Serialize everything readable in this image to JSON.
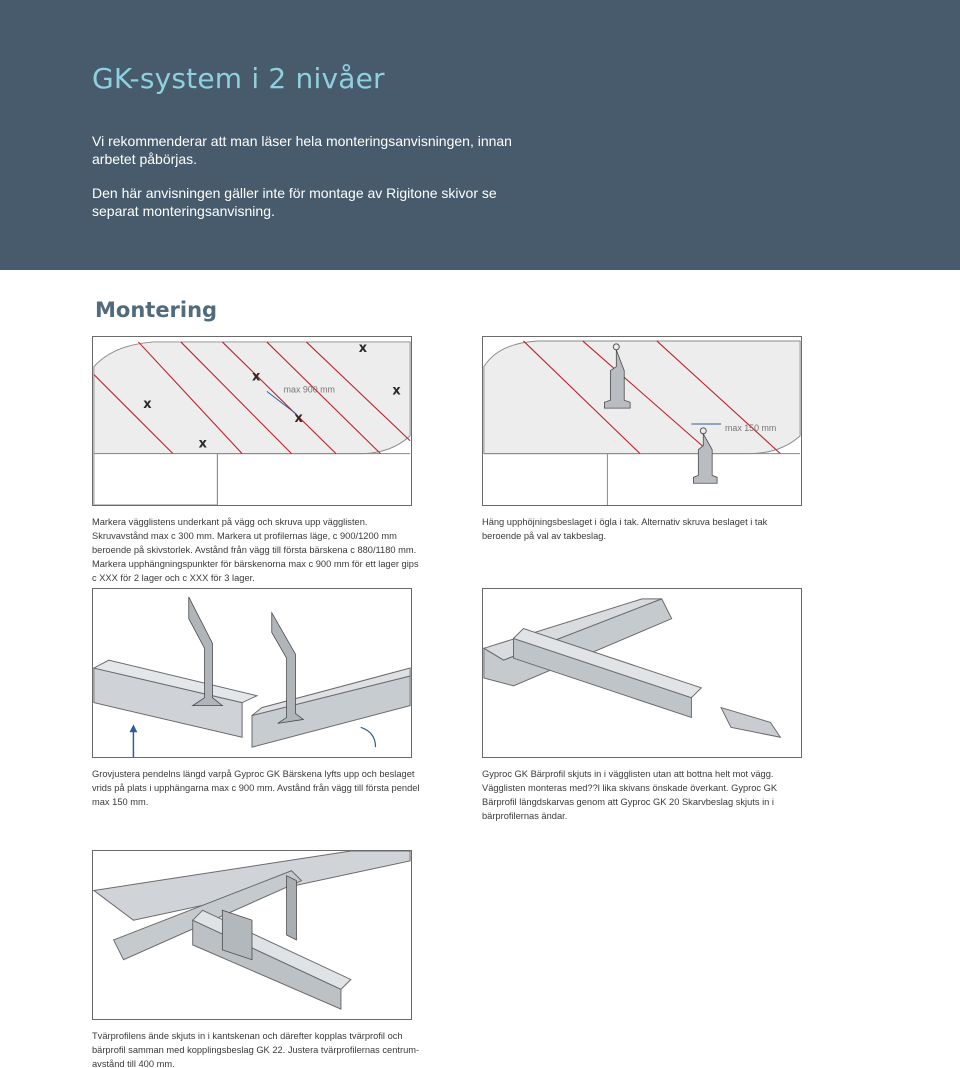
{
  "header": {
    "title": "GK-system i 2 nivåer",
    "intro": [
      "Vi rekommenderar att man läser hela monteringsanvisningen, innan arbetet påbörjas.",
      "Den här anvisningen gäller inte för montage av Rigitone skivor se separat monteringsanvisning."
    ]
  },
  "section": {
    "title": "Montering"
  },
  "figures": {
    "fig1": {
      "label": "max 900 mm",
      "marks": [
        "x",
        "x",
        "x",
        "x",
        "x",
        "x"
      ]
    },
    "fig2": {
      "label": "max 150 mm"
    }
  },
  "captions": {
    "c1": "Markera vägglistens underkant på vägg och skruva upp vägglisten. Skruvavstånd max c 300 mm. Markera ut profilernas läge, c 900/1200 mm beroende på skivstorlek. Avstånd från vägg till första bärskena c 880/1180 mm. Markera upphängningspunkter för bärskenorna max c 900 mm för ett lager gips c XXX för 2 lager och c XXX för 3 lager.",
    "c2": "Häng upphöjningsbeslaget i ögla i tak. Alternativ skruva beslaget i tak beroende på val av takbeslag.",
    "c3": "Grovjustera pendelns längd varpå Gyproc GK Bärskena lyfts upp och beslaget vrids på plats i upphängarna max c 900 mm. Avstånd från vägg till första pendel max 150 mm.",
    "c4": "Gyproc GK Bärprofil skjuts in i vägglisten utan att bottna helt mot vägg. Vägglisten monteras med??l lika skivans önskade överkant. Gyproc GK Bärprofil längdskarvas genom att Gyproc GK 20 Skarvbeslag skjuts in i bärprofilernas ändar.",
    "c5": "Tvärprofilens ände skjuts in i kantskenan och därefter kopplas tvärprofil och bärprofil samman med kopplingsbeslag GK 22. Justera tvärprofilernas centrum-avstånd till 400 mm."
  },
  "colors": {
    "header_bg": "#475b6c",
    "title": "#8fd0df",
    "accent_line": "#c0202a",
    "section_title": "#4f6b7d"
  }
}
